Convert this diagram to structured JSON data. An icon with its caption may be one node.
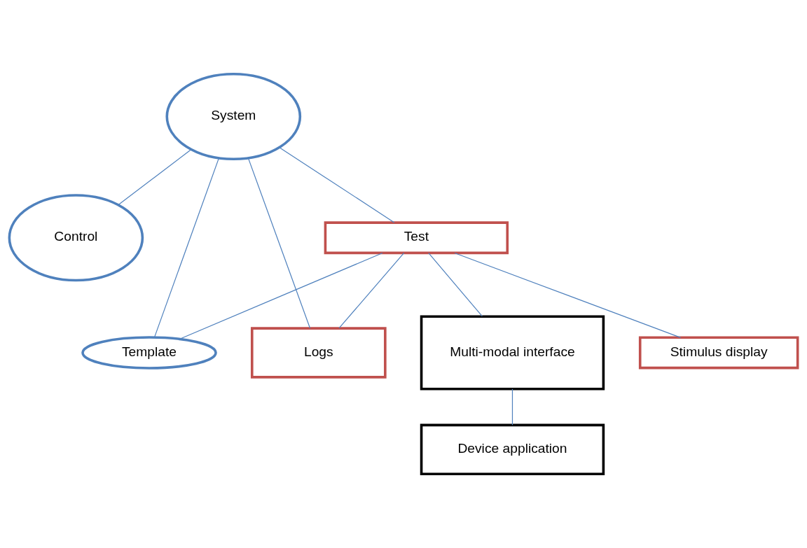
{
  "diagram": {
    "nodes": [
      {
        "text": [
          "System"
        ]
      },
      {
        "text": [
          "Control"
        ]
      },
      {
        "text": [
          "Template"
        ]
      },
      {
        "text": [
          "Test"
        ]
      },
      {
        "text": [
          "Logs"
        ]
      },
      {
        "text": [
          "Multi-modal interface"
        ]
      },
      {
        "text": [
          "Stimulus display"
        ]
      },
      {
        "text": [
          "Device application"
        ]
      }
    ],
    "edges": [
      {
        "from": 0,
        "to": 1,
        "arrow": "none"
      },
      {
        "from": 0,
        "to": 2,
        "arrow": "none"
      },
      {
        "from": 0,
        "to": 4,
        "arrow": "none"
      },
      {
        "from": 0,
        "to": 3,
        "arrow": "none"
      },
      {
        "from": 3,
        "to": 2,
        "arrow": "none"
      },
      {
        "from": 3,
        "to": 4,
        "arrow": "none"
      },
      {
        "from": 3,
        "to": 6,
        "arrow": "none"
      },
      {
        "from": 3,
        "to": 5,
        "arrow": "none"
      },
      {
        "from": 5,
        "to": 7,
        "arrow": "none"
      }
    ]
  }
}
